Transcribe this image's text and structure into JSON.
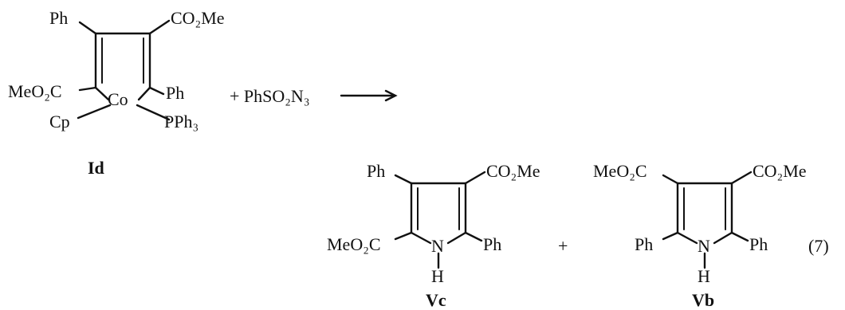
{
  "reactant": {
    "groups": {
      "ph_top": "Ph",
      "co2me_top": "CO₂Me",
      "meo2c_left": "MeO₂C",
      "co": "Co",
      "ph_right": "Ph",
      "cp": "Cp",
      "pph3": "PPh₃"
    },
    "label": "Id"
  },
  "reagent": "+ PhSO₂N₃",
  "product_vc": {
    "groups": {
      "ph_top": "Ph",
      "co2me_top": "CO₂Me",
      "meo2c_left": "MeO₂C",
      "n": "N",
      "ph_right": "Ph",
      "h": "H"
    },
    "label": "Vc"
  },
  "plus": "+",
  "product_vb": {
    "groups": {
      "meo2c_top": "MeO₂C",
      "co2me_top": "CO₂Me",
      "ph_left": "Ph",
      "n": "N",
      "ph_right": "Ph",
      "h": "H"
    },
    "label": "Vb"
  },
  "equation_number": "(7)"
}
